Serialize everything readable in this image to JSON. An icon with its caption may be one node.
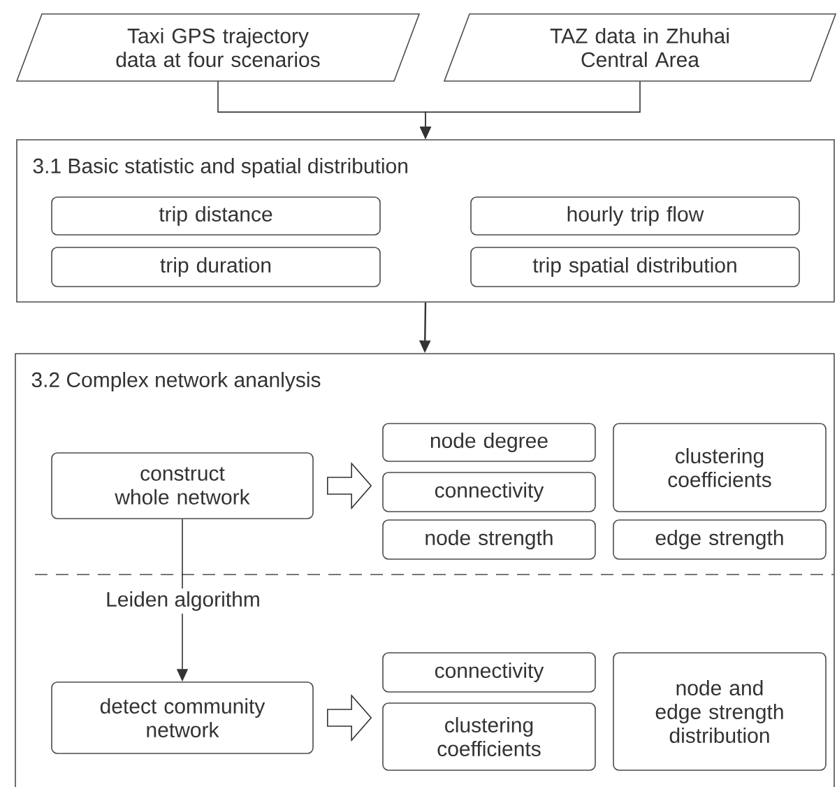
{
  "diagram": {
    "nodes": [
      {
        "text": [
          "Taxi GPS trajectory data at four scenarios"
        ]
      },
      {
        "text": [
          "TAZ data in Zhuhai Central Area"
        ]
      },
      {
        "text": [
          "3.1 Basic statistic and spatial distribution"
        ]
      },
      {
        "text": [
          "trip distance"
        ],
        "in": 2
      },
      {
        "text": [
          "hourly trip flow"
        ],
        "in": 2
      },
      {
        "text": [
          "trip duration"
        ],
        "in": 2
      },
      {
        "text": [
          "trip spatial  distribution"
        ],
        "in": 2
      },
      {
        "text": [
          "3.2  Complex network ananlysis"
        ]
      },
      {
        "text": [
          "construct whole network"
        ],
        "in": 7
      },
      {
        "text": [
          "node degree"
        ],
        "in": 7
      },
      {
        "text": [
          "clustering coefficients"
        ],
        "in": 7
      },
      {
        "text": [
          "connectivity"
        ],
        "in": 7
      },
      {
        "text": [
          "node strength"
        ],
        "in": 7
      },
      {
        "text": [
          "edge strength"
        ],
        "in": 7
      },
      {
        "text": [
          "detect community network"
        ],
        "in": 7
      },
      {
        "text": [
          "connectivity"
        ],
        "in": 7
      },
      {
        "text": [
          "clustering coefficients"
        ],
        "in": 7
      },
      {
        "text": [
          "node and edge strength distribution"
        ],
        "in": 7
      }
    ],
    "edges": [
      {
        "from": 0,
        "to": 2,
        "arrow": "to"
      },
      {
        "from": 1,
        "to": 2,
        "arrow": "to"
      },
      {
        "from": 2,
        "to": 7,
        "arrow": "to"
      },
      {
        "from": 8,
        "to": 14,
        "arrow": "to",
        "label": "Leiden algorithm"
      },
      {
        "from": 8,
        "to": 11,
        "arrow": "to",
        "style": "thick"
      },
      {
        "from": 14,
        "to": 16,
        "arrow": "to",
        "style": "thick"
      }
    ]
  }
}
